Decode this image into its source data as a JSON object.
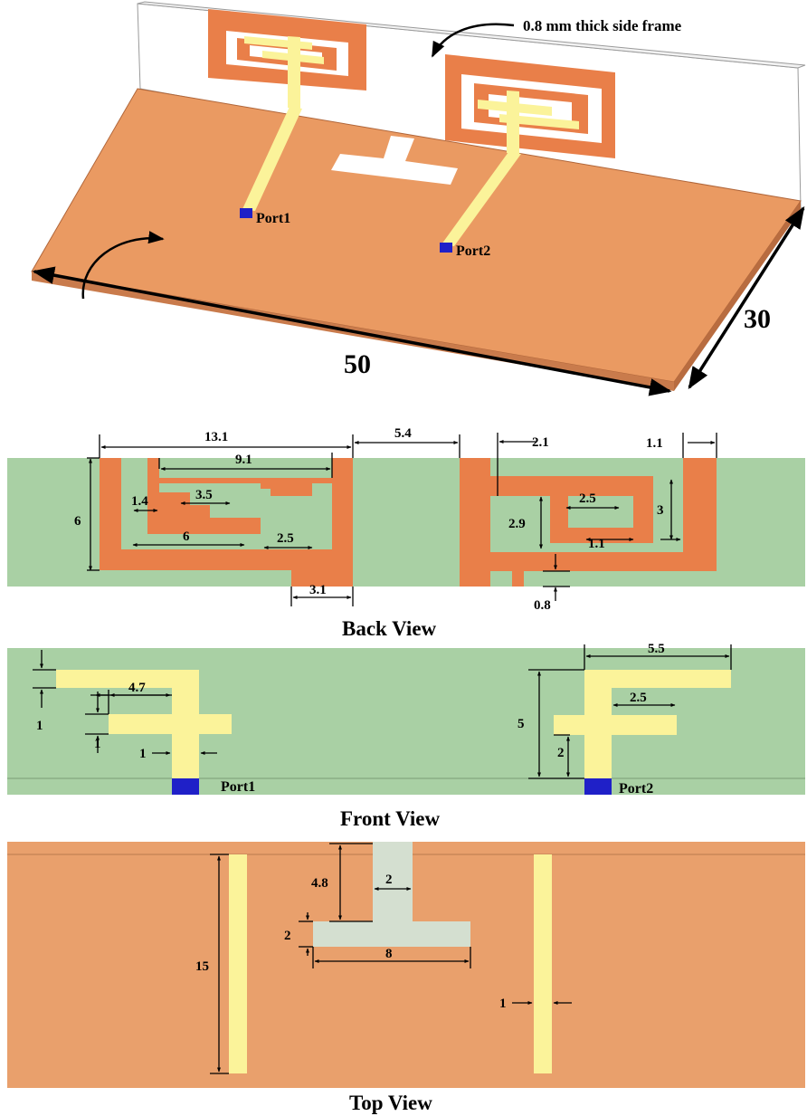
{
  "iso_view": {
    "frame_note": "0.8 mm thick side frame",
    "port1": "Port1",
    "port2": "Port2",
    "length": "50",
    "width": "30"
  },
  "back_view": {
    "title": "Back View",
    "dims": {
      "d13_1": "13.1",
      "d9_1": "9.1",
      "d5_4": "5.4",
      "d2_1": "2.1",
      "d1_1a": "1.1",
      "d6v": "6",
      "d1_4": "1.4",
      "d3_5": "3.5",
      "d6h": "6",
      "d2_5a": "2.5",
      "d3_1": "3.1",
      "d2_5b": "2.5",
      "d2_9": "2.9",
      "d3": "3",
      "d1_1b": "1.1",
      "d0_8": "0.8"
    }
  },
  "front_view": {
    "title": "Front View",
    "port1": "Port1",
    "port2": "Port2",
    "dims": {
      "d4_7": "4.7",
      "d1a": "1",
      "d1b": "1",
      "d1c": "1",
      "d5_5": "5.5",
      "d2_5": "2.5",
      "d5": "5",
      "d2": "2"
    }
  },
  "top_view": {
    "title": "Top View",
    "dims": {
      "d15": "15",
      "d4_8": "4.8",
      "d2a": "2",
      "d2b": "2",
      "d8": "8",
      "d1": "1"
    }
  },
  "colors": {
    "copper": "#E97F49",
    "copper_light": "#EA9A62",
    "feed": "#FBF39A",
    "substrate": "#A9D0A4",
    "slot": "#D4DFD0",
    "port": "#1F20C8"
  }
}
